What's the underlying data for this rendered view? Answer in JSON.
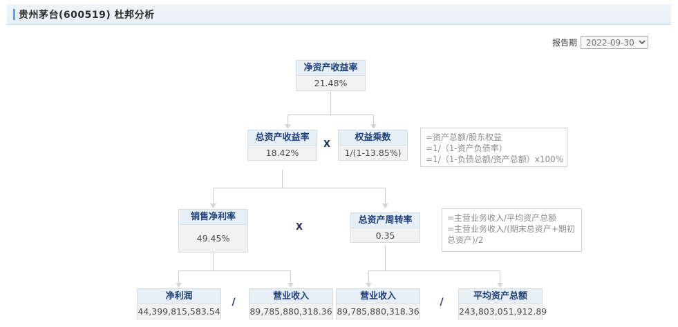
{
  "header": {
    "title": "贵州茅台(600519)  杜邦分析"
  },
  "period": {
    "label": "报告期",
    "selected": "2022-09-30",
    "options": [
      "2022-09-30"
    ]
  },
  "diagram": {
    "nodes": {
      "roe": {
        "title": "净资产收益率",
        "value": "21.48%"
      },
      "roa": {
        "title": "总资产收益率",
        "value": "18.42%"
      },
      "equity_multiplier": {
        "title": "权益乘数",
        "value": "1/(1-13.85%)"
      },
      "net_profit_margin": {
        "title": "销售净利率",
        "value": "49.45%"
      },
      "asset_turnover": {
        "title": "总资产周转率",
        "value": "0.35"
      },
      "net_profit": {
        "title": "净利润",
        "value": "44,399,815,583.54"
      },
      "revenue_left": {
        "title": "营业收入",
        "value": "89,785,880,318.36"
      },
      "revenue_right": {
        "title": "营业收入",
        "value": "89,785,880,318.36"
      },
      "avg_total_assets": {
        "title": "平均资产总额",
        "value": "243,803,051,912.89"
      }
    },
    "operators": {
      "multiply_row2": "X",
      "multiply_row3": "X",
      "divide_left": "/",
      "divide_right": "/"
    },
    "formulas": {
      "equity_multiplier": [
        "=资产总额/股东权益",
        "=1/（1-资产负债率）",
        "=1/（1-负债总额/资产总额）x100%"
      ],
      "asset_turnover": [
        "=主营业务收入/平均资产总额",
        "=主营业务收入/(期末总资产+期初总资产)/2"
      ]
    }
  },
  "colors": {
    "accent": "#4ea6e8",
    "node_title_bg": "#e6eff5",
    "node_title_text": "#1f3f7a",
    "node_body_bg": "#f2f2f2",
    "line": "#cccccc"
  }
}
